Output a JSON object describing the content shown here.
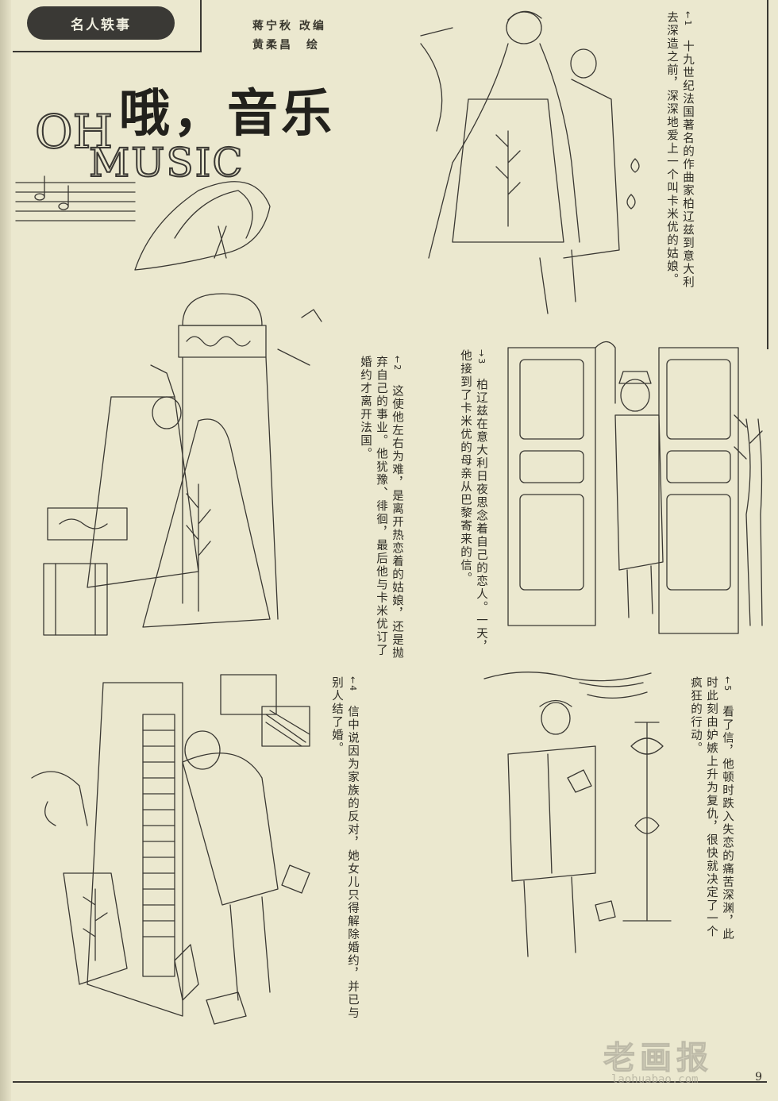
{
  "column_badge": "名人轶事",
  "credits": {
    "adapter": "蒋宁秋 改编",
    "illustrator": "黄柔昌　绘"
  },
  "title": {
    "chinese": "哦，音乐",
    "english_line1": "OH",
    "english_line2": "MUSIC"
  },
  "panels": [
    {
      "number": "1",
      "text": "十九世纪法国著名的作曲家柏辽兹到意大利去深造之前，深深地爱上一个叫卡米优的姑娘。"
    },
    {
      "number": "2",
      "text": "这使他左右为难，是离开热恋着的姑娘，还是抛弃自己的事业。他犹豫、徘徊，最后他与卡米优订了婚约才离开法国。"
    },
    {
      "number": "3",
      "text": "柏辽兹在意大利日夜思念着自己的恋人。一天，他接到了卡米优的母亲从巴黎寄来的信。"
    },
    {
      "number": "4",
      "text": "信中说因为家族的反对，她女儿只得解除婚约，并已与别人结了婚。"
    },
    {
      "number": "5",
      "text": "看了信，他顿时跌入失恋的痛苦深渊，此时此刻由妒嫉上升为复仇，很快就决定了一个疯狂的行动。"
    }
  ],
  "page_number": "9",
  "watermark": {
    "brand": "老画报",
    "url": "laohuabao.com"
  },
  "icons": {
    "arrow": "hook-arrow-icon"
  }
}
